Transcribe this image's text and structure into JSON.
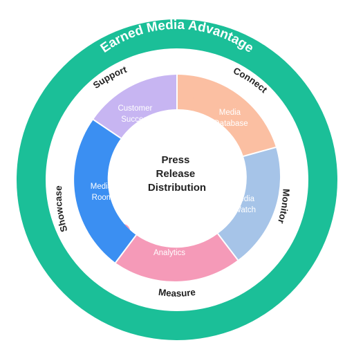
{
  "outer_ring": {
    "title": "Earned Media Advantage",
    "color": "#1bbf98",
    "title_color": "#ffffff"
  },
  "stages": {
    "support": "Support",
    "connect": "Connect",
    "monitor": "Monitor",
    "measure": "Measure",
    "showcase": "Showcase",
    "color": "#222222"
  },
  "pieces": {
    "customer_success": {
      "line1": "Customer",
      "line2": "Success",
      "color": "#c7b5f2"
    },
    "media_database": {
      "line1": "Media",
      "line2": "Database",
      "color": "#fbbfa2"
    },
    "media_watch": {
      "line1": "Media",
      "line2": "Watch",
      "color": "#a6c4e8"
    },
    "analytics": {
      "line1": "Analytics",
      "color": "#f59ab8"
    },
    "media_room": {
      "line1": "Media",
      "line2": "Room",
      "color": "#3b8ff2"
    }
  },
  "center": {
    "line1": "Press",
    "line2": "Release",
    "line3": "Distribution"
  }
}
